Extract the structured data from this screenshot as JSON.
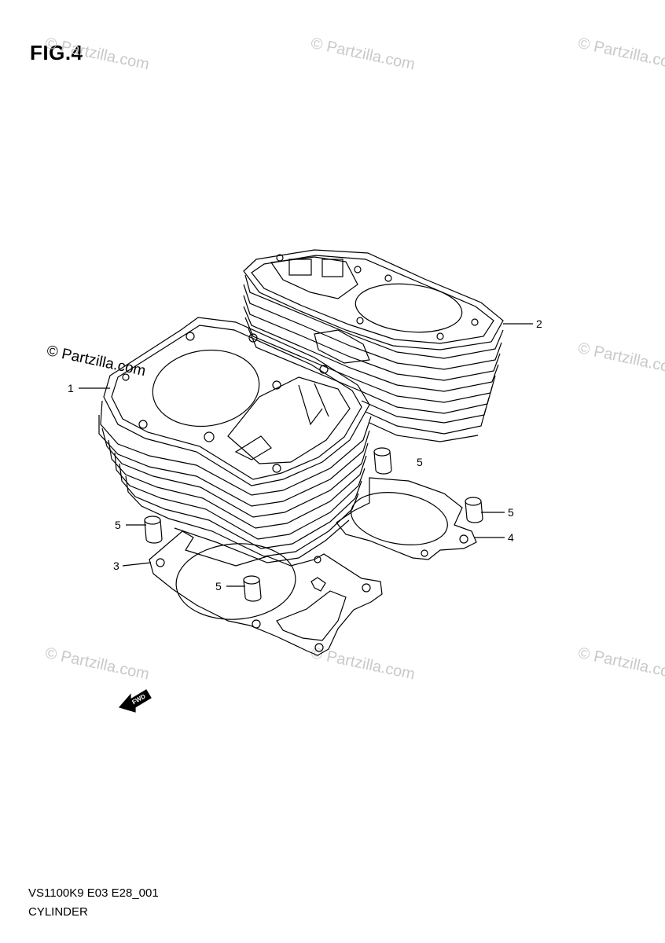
{
  "figure": {
    "title": "FIG.4",
    "code": "VS1100K9 E03 E28_001",
    "name": "CYLINDER"
  },
  "watermark": {
    "text": "© Partzilla.com",
    "color": "#c9c9c9"
  },
  "callouts": {
    "front_cylinder": "1",
    "rear_cylinder": "2",
    "front_gasket": "3",
    "rear_gasket": "4",
    "dowel_pin": "5"
  },
  "fwd_arrow": {
    "label": "FWD"
  }
}
